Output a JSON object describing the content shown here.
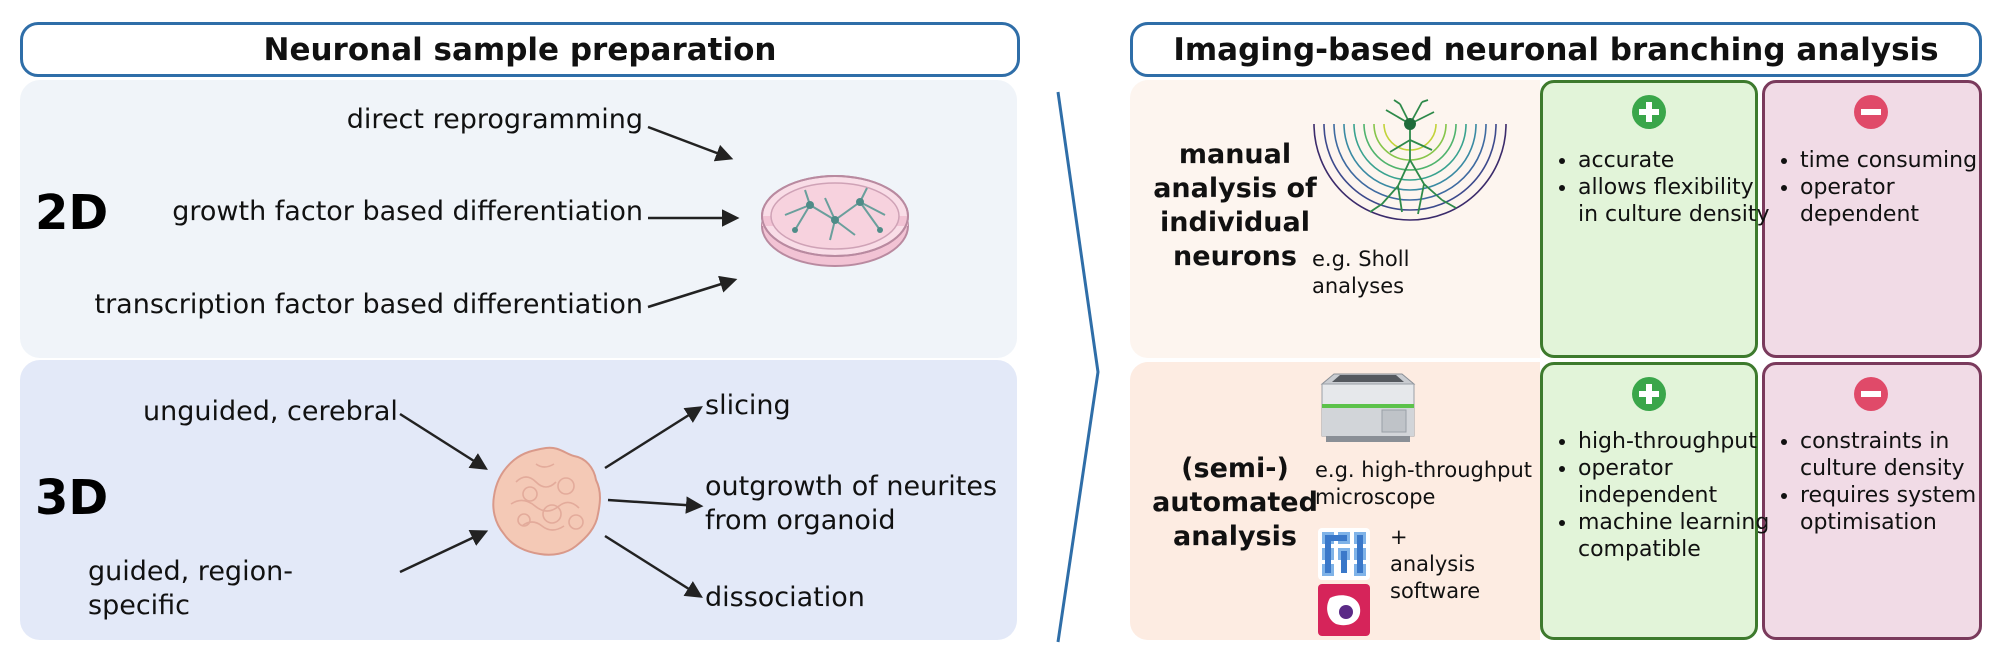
{
  "left_title": "Neuronal sample preparation",
  "right_title": "Imaging-based neuronal branching analysis",
  "twoD": {
    "label": "2D",
    "methods": [
      "direct reprogramming",
      "growth factor based differentiation",
      "transcription factor based differentiation"
    ]
  },
  "threeD": {
    "label": "3D",
    "inputs": [
      "unguided, cerebral",
      "guided, region-",
      "specific"
    ],
    "outputs": [
      "slicing",
      "outgrowth of neurites",
      "from organoid",
      "dissociation"
    ]
  },
  "manual": {
    "title_lines": [
      "manual",
      "analysis of",
      "individual",
      "neurons"
    ],
    "caption_lines": [
      "e.g. Sholl",
      "analyses"
    ],
    "pros": [
      "accurate",
      "allows flexibility in culture density"
    ],
    "cons": [
      "time consuming",
      "operator dependent"
    ]
  },
  "automated": {
    "title_lines": [
      "(semi-)",
      "automated",
      "analysis"
    ],
    "caption_lines": [
      "e.g. high-throughput",
      "microscope"
    ],
    "software_lines": [
      "+",
      "analysis",
      "software"
    ],
    "pros": [
      "high-throughput",
      "operator independent",
      "machine learning compatible"
    ],
    "cons": [
      "constraints in culture density",
      "requires system optimisation"
    ]
  },
  "icons": [
    "plus-icon",
    "minus-icon",
    "petri-dish-icon",
    "organoid-icon",
    "sholl-neuron-icon",
    "microscope-icon",
    "fiji-logo-icon",
    "cellprofiler-logo-icon"
  ],
  "colors": {
    "header_border": "#2f6ea8",
    "panel_2d": "#f0f4f9",
    "panel_3d": "#e3e9f8",
    "panel_manual": "#fdf5ef",
    "panel_auto": "#fdece2",
    "pro_fill": "#e2f4d9",
    "pro_border": "#3d7a2d",
    "con_fill": "#f1dbe6",
    "con_border": "#7a3a5c",
    "plus": "#3aa64a",
    "minus": "#e04a69"
  }
}
